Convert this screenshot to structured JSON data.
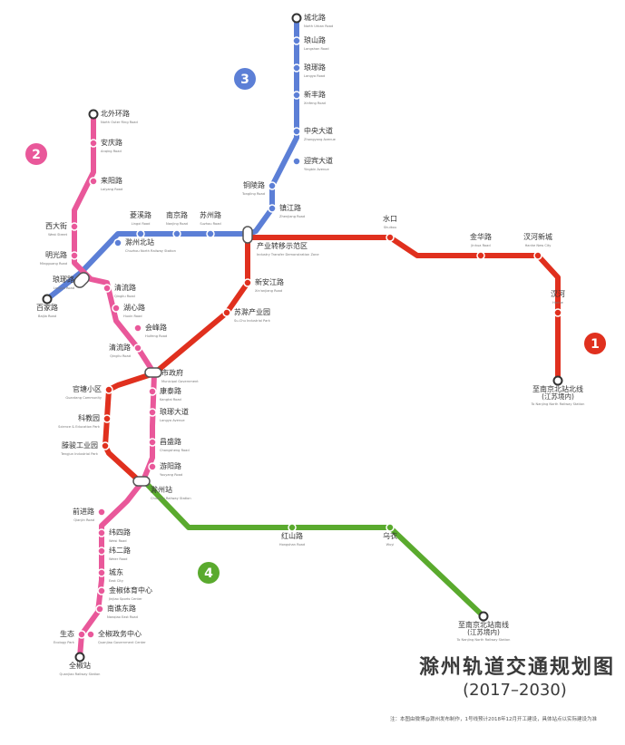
{
  "map": {
    "title": "滁州轨道交通规划图",
    "subtitle": "(2017–2030)",
    "note": "注：本图由微博@滁州发布制作，1号线预计2018年12月开工建设，具体站点以实际建设为准",
    "colors": {
      "line1": "#e0301e",
      "line2": "#e9589a",
      "line3": "#5c7fd6",
      "line4": "#5aaa2e",
      "background": "#ffffff"
    },
    "lines": [
      {
        "id": "line1",
        "badge": "1"
      },
      {
        "id": "line2",
        "badge": "2"
      },
      {
        "id": "line3",
        "badge": "3"
      },
      {
        "id": "line4",
        "badge": "4"
      }
    ],
    "stations": [
      {
        "id": "chengbei",
        "name": "城北路",
        "sub": "North Urban Road"
      },
      {
        "id": "lushan",
        "name": "琅山路",
        "sub": "Langshan Road"
      },
      {
        "id": "dianbin",
        "name": "琅琊路",
        "sub": "Langya Road"
      },
      {
        "id": "xinfeng",
        "name": "新丰路",
        "sub": "Xinfeng Road"
      },
      {
        "id": "zhongyang",
        "name": "中央大道",
        "sub": "Zhongyang Avenue"
      },
      {
        "id": "yingbin",
        "name": "迎宾大道",
        "sub": "Yingbin Avenue"
      },
      {
        "id": "tongling",
        "name": "铜陵路",
        "sub": "Tongling Road"
      },
      {
        "id": "zhenjiang",
        "name": "镇江路",
        "sub": "Zhenjiang Road"
      },
      {
        "id": "shuikou",
        "name": "水口",
        "sub": "Shuikou"
      },
      {
        "id": "jinhua",
        "name": "金华路",
        "sub": "Jinhua Road"
      },
      {
        "id": "hanhe",
        "name": "汊河新城",
        "sub": "Hanhe New City"
      },
      {
        "id": "hanhe2",
        "name": "汊河",
        "sub": "Hanhe"
      },
      {
        "id": "nanjingnorth",
        "name": "至南京北站北线",
        "sub2": "(江苏境内)",
        "sub": "To Nanjing North Railway Station"
      },
      {
        "id": "chanye",
        "name": "产业转移示范区",
        "sub": "Industry Transfer Demonstration Zone"
      },
      {
        "id": "xinanjiang",
        "name": "新安江路",
        "sub": "Xin'anjiang Road"
      },
      {
        "id": "suchu",
        "name": "苏滁产业园",
        "sub": "Su-Chu Industrial Park"
      },
      {
        "id": "luohan",
        "name": "菱溪路",
        "sub": "Lingxi Road"
      },
      {
        "id": "nanjinglu",
        "name": "南京路",
        "sub": "Nanjing Road"
      },
      {
        "id": "suzhou",
        "name": "苏州路",
        "sub": "Suzhou Road"
      },
      {
        "id": "chuzhoubei",
        "name": "滁州北站",
        "sub": "Chuzhou North Railway Station"
      },
      {
        "id": "beiwaihuan",
        "name": "北外环路",
        "sub": "North Outer Ring Road"
      },
      {
        "id": "anqing",
        "name": "安庆路",
        "sub": "Anqing Road"
      },
      {
        "id": "laiyang",
        "name": "来阳路",
        "sub": "Laiyang Road"
      },
      {
        "id": "xida",
        "name": "西大街",
        "sub": "West Street"
      },
      {
        "id": "mingguang",
        "name": "明光路",
        "sub": "Mingguang Road"
      },
      {
        "id": "langya",
        "name": "琅琊路",
        "sub": "Langya Road"
      },
      {
        "id": "baijia",
        "name": "百家路",
        "sub": "Baijia Road"
      },
      {
        "id": "qingliu",
        "name": "清流路",
        "sub": "Qingliu Road"
      },
      {
        "id": "huxin",
        "name": "湖心路",
        "sub": "Huxin Road"
      },
      {
        "id": "hexin",
        "name": "会峰路",
        "sub": "Huifeng Road"
      },
      {
        "id": "qingliu2",
        "name": "清流路",
        "sub": "Qingliu Road"
      },
      {
        "id": "shizhengfu",
        "name": "市政府",
        "sub": "Municipal Government"
      },
      {
        "id": "guanchang",
        "name": "官塘小区",
        "sub": "Guantang Community"
      },
      {
        "id": "kejiao",
        "name": "科教园",
        "sub": "Science & Education Park"
      },
      {
        "id": "dengyun",
        "name": "滕骏工业园",
        "sub": "Tengjun Industrial Park"
      },
      {
        "id": "xinyu",
        "name": "康泰路",
        "sub": "Kangtai Road"
      },
      {
        "id": "liangya",
        "name": "琅琊大道",
        "sub": "Langya Avenue"
      },
      {
        "id": "chengshi",
        "name": "昌盛路",
        "sub": "Changsheng Road"
      },
      {
        "id": "youjia",
        "name": "游阳路",
        "sub": "Youyang Road"
      },
      {
        "id": "chuzhouzhan",
        "name": "滁州站",
        "sub": "Chuzhou Railway Station"
      },
      {
        "id": "qianjin",
        "name": "前进路",
        "sub": "Qianjin Road"
      },
      {
        "id": "weisi",
        "name": "纬四路",
        "sub": "Weisi Road"
      },
      {
        "id": "weier",
        "name": "纬二路",
        "sub": "Weier Road"
      },
      {
        "id": "chengdong",
        "name": "城东",
        "sub": "East City"
      },
      {
        "id": "jinjiao",
        "name": "金椒体育中心",
        "sub": "Jinjiao Sports Center"
      },
      {
        "id": "nanqiao",
        "name": "南谯东路",
        "sub": "Nanqiao East Road"
      },
      {
        "id": "shengtai",
        "name": "生态",
        "sub": "Ecology Park"
      },
      {
        "id": "quanjiao",
        "name": "全椒政务中心",
        "sub": "Quanjiao Government Center"
      },
      {
        "id": "quanjiaozhan",
        "name": "全椒站",
        "sub": "Quanjiao Railway Station"
      },
      {
        "id": "hongshan",
        "name": "红山路",
        "sub": "Hongshan Road"
      },
      {
        "id": "wuyi",
        "name": "乌衣",
        "sub": "Wuyi"
      },
      {
        "id": "nanjingnorth2",
        "name": "至南京北站南线",
        "sub2": "(江苏境内)",
        "sub": "To Nanjing North Railway Station"
      }
    ]
  }
}
